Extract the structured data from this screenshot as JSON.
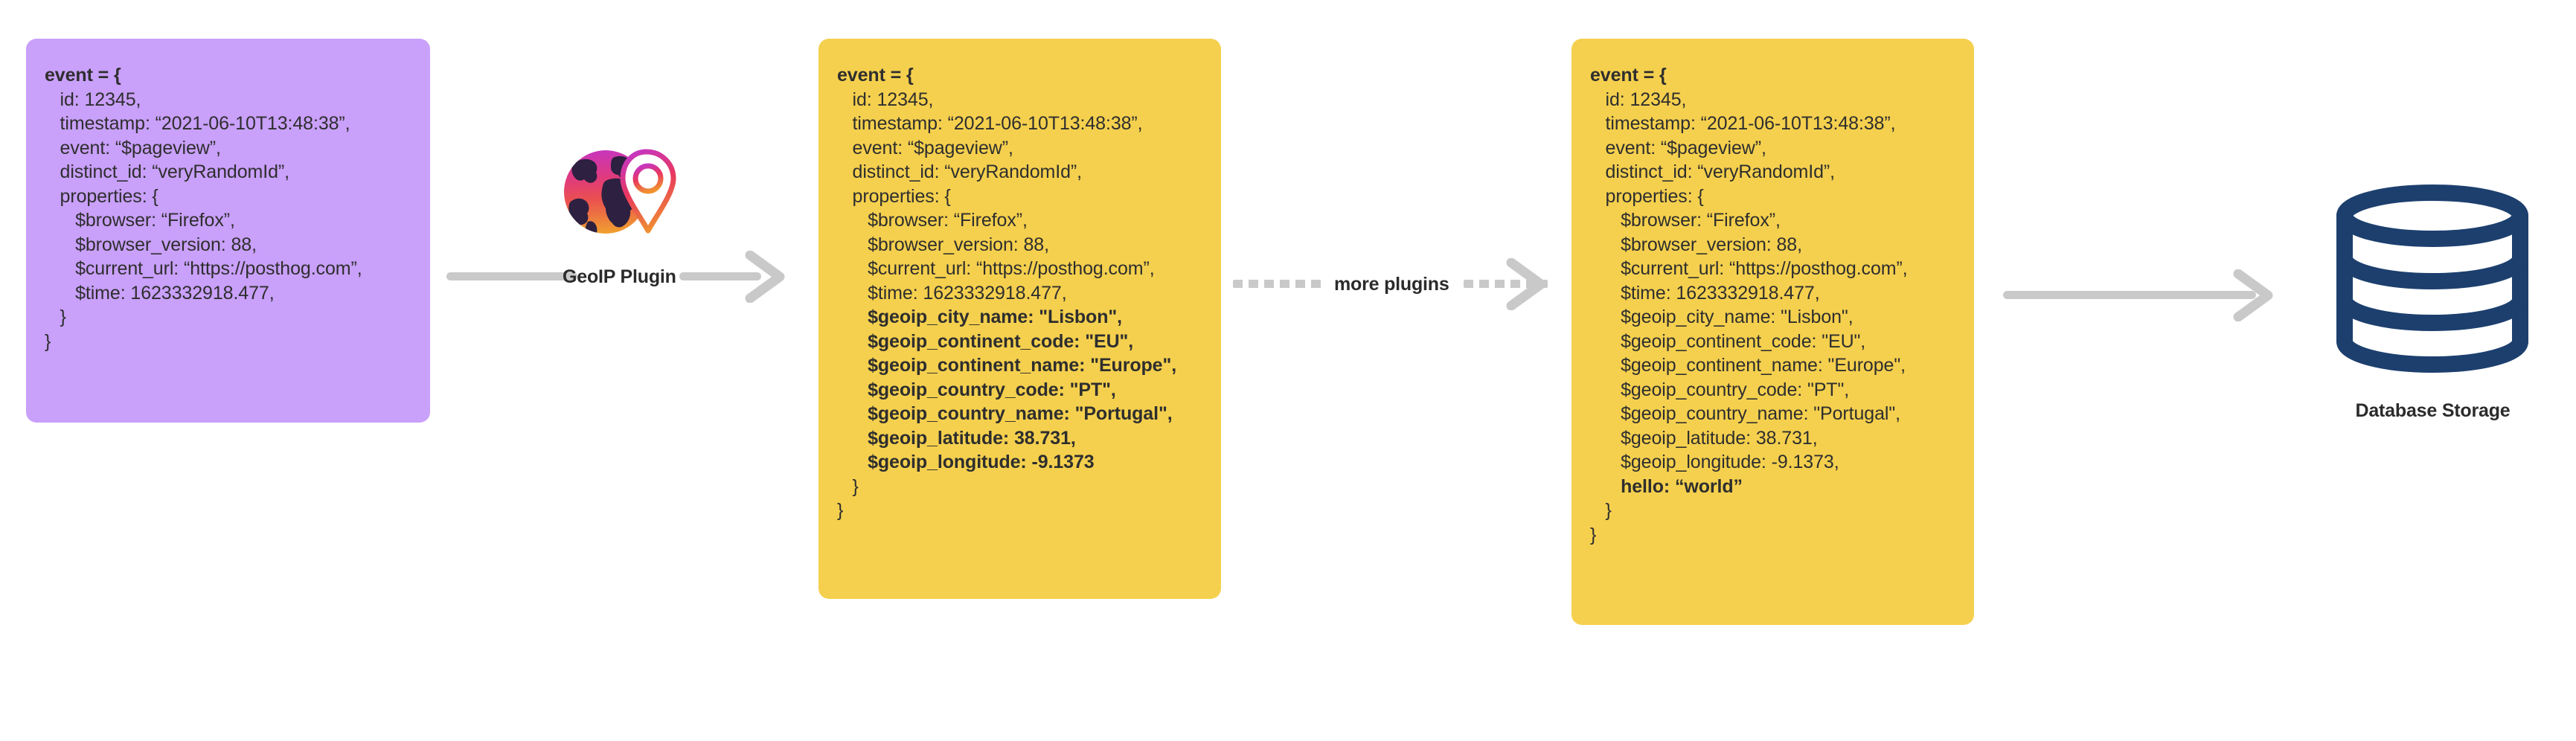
{
  "diagram": {
    "title": "PostHog event processing pipeline",
    "colors": {
      "card_purple": "#c9a0fa",
      "card_yellow": "#f5d04e",
      "arrow_grey": "#c9c9c9",
      "text_dark": "#2e2e2e",
      "database_navy": "#1c3f6e",
      "globe_top": "#c736bd",
      "globe_mid": "#ea3f66",
      "globe_bottom": "#f0922f",
      "globe_land": "#2d2040"
    }
  },
  "cards": {
    "incoming_event": {
      "name": "incoming-event-card",
      "color": "#c9a0fa",
      "lines": [
        {
          "text": "event = {",
          "bold": true
        },
        {
          "text": "   id: 12345,",
          "bold": false
        },
        {
          "text": "   timestamp: “2021-06-10T13:48:38”,",
          "bold": false
        },
        {
          "text": "   event: “$pageview”,",
          "bold": false
        },
        {
          "text": "   distinct_id: “veryRandomId”,",
          "bold": false
        },
        {
          "text": "   properties: {",
          "bold": false
        },
        {
          "text": "      $browser: “Firefox”,",
          "bold": false
        },
        {
          "text": "      $browser_version: 88,",
          "bold": false
        },
        {
          "text": "      $current_url: “https://posthog.com”,",
          "bold": false
        },
        {
          "text": "      $time: 1623332918.477,",
          "bold": false
        },
        {
          "text": "   }",
          "bold": false
        },
        {
          "text": "}",
          "bold": false
        }
      ]
    },
    "after_geoip_event": {
      "name": "after-geoip-event-card",
      "color": "#f5d04e",
      "lines": [
        {
          "text": "event = {",
          "bold": true
        },
        {
          "text": "   id: 12345,",
          "bold": false
        },
        {
          "text": "   timestamp: “2021-06-10T13:48:38”,",
          "bold": false
        },
        {
          "text": "   event: “$pageview”,",
          "bold": false
        },
        {
          "text": "   distinct_id: “veryRandomId”,",
          "bold": false
        },
        {
          "text": "   properties: {",
          "bold": false
        },
        {
          "text": "      $browser: “Firefox”,",
          "bold": false
        },
        {
          "text": "      $browser_version: 88,",
          "bold": false
        },
        {
          "text": "      $current_url: “https://posthog.com”,",
          "bold": false
        },
        {
          "text": "      $time: 1623332918.477,",
          "bold": false
        },
        {
          "text": "      $geoip_city_name: \"Lisbon\",",
          "bold": true
        },
        {
          "text": "      $geoip_continent_code: \"EU\",",
          "bold": true
        },
        {
          "text": "      $geoip_continent_name: \"Europe\",",
          "bold": true
        },
        {
          "text": "      $geoip_country_code: \"PT\",",
          "bold": true
        },
        {
          "text": "      $geoip_country_name: \"Portugal\",",
          "bold": true
        },
        {
          "text": "      $geoip_latitude: 38.731,",
          "bold": true
        },
        {
          "text": "      $geoip_longitude: -9.1373",
          "bold": true
        },
        {
          "text": "   }",
          "bold": false
        },
        {
          "text": "}",
          "bold": false
        }
      ]
    },
    "after_more_plugins_event": {
      "name": "after-more-plugins-event-card",
      "color": "#f5d04e",
      "lines": [
        {
          "text": "event = {",
          "bold": true
        },
        {
          "text": "   id: 12345,",
          "bold": false
        },
        {
          "text": "   timestamp: “2021-06-10T13:48:38”,",
          "bold": false
        },
        {
          "text": "   event: “$pageview”,",
          "bold": false
        },
        {
          "text": "   distinct_id: “veryRandomId”,",
          "bold": false
        },
        {
          "text": "   properties: {",
          "bold": false
        },
        {
          "text": "      $browser: “Firefox”,",
          "bold": false
        },
        {
          "text": "      $browser_version: 88,",
          "bold": false
        },
        {
          "text": "      $current_url: “https://posthog.com”,",
          "bold": false
        },
        {
          "text": "      $time: 1623332918.477,",
          "bold": false
        },
        {
          "text": "      $geoip_city_name: \"Lisbon\",",
          "bold": false
        },
        {
          "text": "      $geoip_continent_code: \"EU\",",
          "bold": false
        },
        {
          "text": "      $geoip_continent_name: \"Europe\",",
          "bold": false
        },
        {
          "text": "      $geoip_country_code: \"PT\",",
          "bold": false
        },
        {
          "text": "      $geoip_country_name: \"Portugal\",",
          "bold": false
        },
        {
          "text": "      $geoip_latitude: 38.731,",
          "bold": false
        },
        {
          "text": "      $geoip_longitude: -9.1373,",
          "bold": false
        },
        {
          "text": "      hello: “world”",
          "bold": true
        },
        {
          "text": "   }",
          "bold": false
        },
        {
          "text": "}",
          "bold": false
        }
      ]
    }
  },
  "connectors": {
    "geoip": {
      "label": "GeoIP Plugin",
      "style": "solid",
      "icon": "globe-location-pin-icon"
    },
    "more_plugins": {
      "label": "more plugins",
      "style": "dashed",
      "icon": ""
    },
    "to_database": {
      "label": "",
      "style": "solid",
      "icon": ""
    }
  },
  "database": {
    "label": "Database Storage",
    "icon": "database-cylinder-icon",
    "color": "#1c3f6e"
  }
}
